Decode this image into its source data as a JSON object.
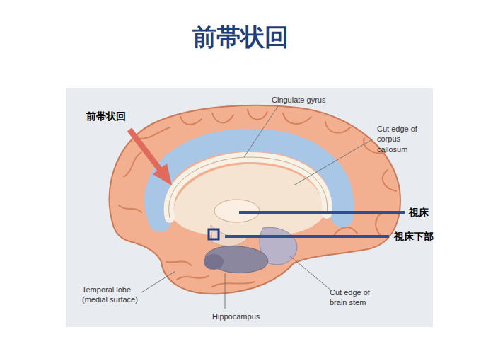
{
  "diagram": {
    "title": "前帯状回",
    "labels": [
      "前帯状回",
      "Cingulate gyrus",
      "Cut edge of corpus callosum",
      "視床",
      "視床下部",
      "Temporal lobe (medial surface)",
      "Hippocampus",
      "Cut edge of brain stem"
    ]
  }
}
